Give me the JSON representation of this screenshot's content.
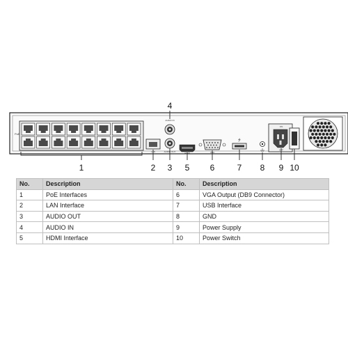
{
  "labels": {
    "ports_poe": "PoE",
    "lan": "LAN",
    "audio_in": "AUDIO IN",
    "audio_out": "AUDIO OUT",
    "hdmi": "HDMI",
    "vga": "VGA",
    "usb": "⭍",
    "power_on": "ON",
    "power_off": "OFF"
  },
  "callouts": [
    "1",
    "2",
    "3",
    "4",
    "5",
    "6",
    "7",
    "8",
    "9",
    "10"
  ],
  "table": {
    "headers": [
      "No.",
      "Description",
      "No.",
      "Description"
    ],
    "rows": [
      {
        "no1": "1",
        "desc1": "PoE Interfaces",
        "no2": "6",
        "desc2": "VGA Output (DB9 Connector)"
      },
      {
        "no1": "2",
        "desc1": "LAN Interface",
        "no2": "7",
        "desc2": "USB Interface"
      },
      {
        "no1": "3",
        "desc1": "AUDIO OUT",
        "no2": "8",
        "desc2": "GND"
      },
      {
        "no1": "4",
        "desc1": "AUDIO IN",
        "no2": "9",
        "desc2": "Power Supply"
      },
      {
        "no1": "5",
        "desc1": "HDMI Interface",
        "no2": "10",
        "desc2": "Power Switch"
      }
    ]
  },
  "colors": {
    "line": "#222222",
    "header_bg": "#d6d6d6",
    "border": "#bfbfbf"
  }
}
